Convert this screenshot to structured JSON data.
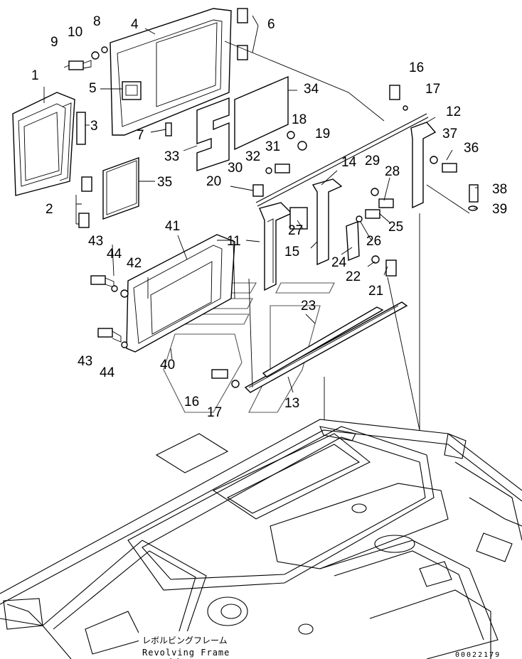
{
  "callouts": [
    "1",
    "2",
    "3",
    "4",
    "5",
    "6",
    "7",
    "8",
    "9",
    "10",
    "11",
    "12",
    "13",
    "14",
    "15",
    "16",
    "17",
    "18",
    "19",
    "20",
    "21",
    "22",
    "23",
    "24",
    "25",
    "26",
    "27",
    "28",
    "29",
    "30",
    "31",
    "32",
    "33",
    "34",
    "35",
    "36",
    "37",
    "38",
    "39",
    "40",
    "41",
    "42",
    "43",
    "44",
    "16",
    "17",
    "43",
    "44"
  ],
  "caption": {
    "japanese": "レボルビングフレーム",
    "english": "Revolving Frame"
  },
  "document_number": "00022179"
}
